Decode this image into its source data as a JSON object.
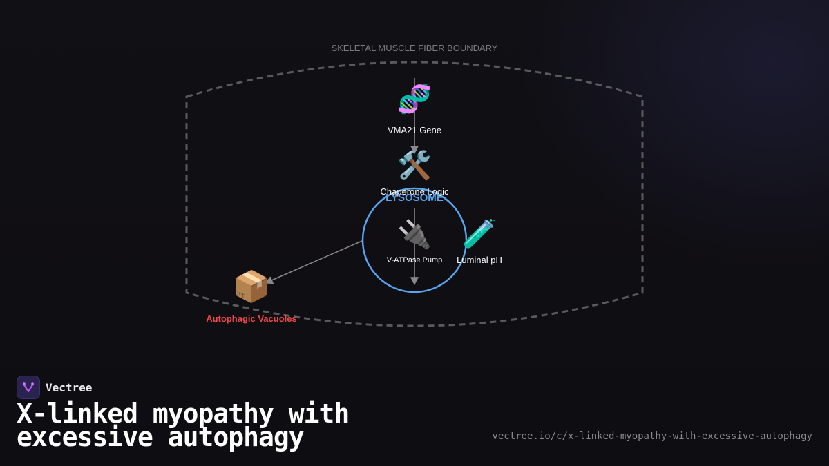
{
  "diagram": {
    "boundary_label": "SKELETAL MUSCLE FIBER BOUNDARY",
    "lysosome_label": "LYSOSOME",
    "nodes": [
      {
        "id": "vma21",
        "icon": "dna-icon",
        "glyph": "🧬",
        "label": "VMA21 Gene"
      },
      {
        "id": "chaperone",
        "icon": "tools-icon",
        "glyph": "🛠️",
        "label": "Chaperone Logic"
      },
      {
        "id": "vatpase",
        "icon": "plug-icon",
        "glyph": "🔌",
        "label": "V-ATPase Pump"
      },
      {
        "id": "ph",
        "icon": "test-tube-icon",
        "glyph": "🧪",
        "label": "Luminal pH"
      },
      {
        "id": "vacuoles",
        "icon": "package-icon",
        "glyph": "📦",
        "label": "Autophagic Vacuoles"
      }
    ],
    "colors": {
      "boundary": "#5a5a5e",
      "lysosome": "#5aa5f0",
      "arrow": "#8a8a8e",
      "vacuole_label": "#ef4a4a"
    }
  },
  "footer": {
    "brand_name": "Vectree",
    "title": "X-linked myopathy with excessive autophagy",
    "url": "vectree.io/c/x-linked-myopathy-with-excessive-autophagy"
  }
}
